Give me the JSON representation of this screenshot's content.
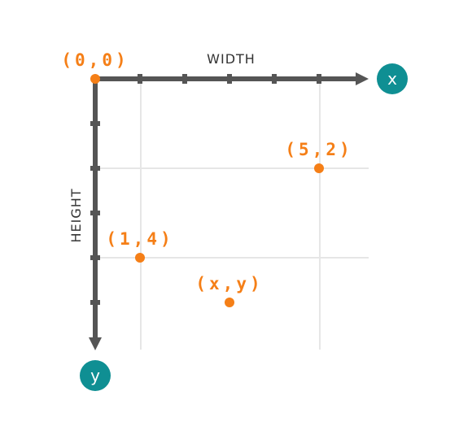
{
  "diagram": {
    "colors": {
      "axis": "#555555",
      "grid": "#e6e6e6",
      "point": "#f57f17",
      "badge": "#0f8f93",
      "badge_text": "#ffffff",
      "text": "#333333"
    },
    "x_axis": {
      "title": "WIDTH",
      "badge": "x"
    },
    "y_axis": {
      "title": "HEIGHT",
      "badge": "y"
    },
    "points": [
      {
        "label": "(0,0)",
        "x": 0,
        "y": 0
      },
      {
        "label": "(5,2)",
        "x": 5,
        "y": 2
      },
      {
        "label": "(1,4)",
        "x": 1,
        "y": 4
      },
      {
        "label": "(x,y)",
        "x": 3,
        "y": 5
      }
    ]
  }
}
